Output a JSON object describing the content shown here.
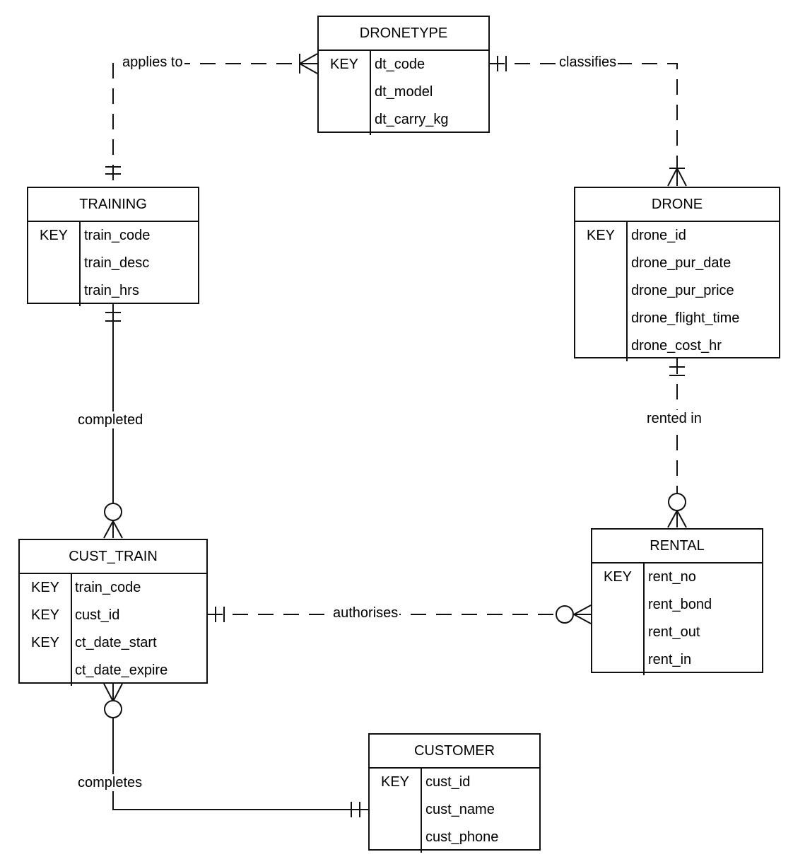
{
  "entities": {
    "dronetype": {
      "title": "DRONETYPE",
      "attributes": [
        {
          "key": "KEY",
          "name": "dt_code"
        },
        {
          "key": "",
          "name": "dt_model"
        },
        {
          "key": "",
          "name": "dt_carry_kg"
        }
      ]
    },
    "training": {
      "title": "TRAINING",
      "attributes": [
        {
          "key": "KEY",
          "name": "train_code"
        },
        {
          "key": "",
          "name": "train_desc"
        },
        {
          "key": "",
          "name": "train_hrs"
        }
      ]
    },
    "drone": {
      "title": "DRONE",
      "attributes": [
        {
          "key": "KEY",
          "name": "drone_id"
        },
        {
          "key": "",
          "name": "drone_pur_date"
        },
        {
          "key": "",
          "name": "drone_pur_price"
        },
        {
          "key": "",
          "name": "drone_flight_time"
        },
        {
          "key": "",
          "name": "drone_cost_hr"
        }
      ]
    },
    "cust_train": {
      "title": "CUST_TRAIN",
      "attributes": [
        {
          "key": "KEY",
          "name": "train_code"
        },
        {
          "key": "KEY",
          "name": "cust_id"
        },
        {
          "key": "KEY",
          "name": "ct_date_start"
        },
        {
          "key": "",
          "name": "ct_date_expire"
        }
      ]
    },
    "rental": {
      "title": "RENTAL",
      "attributes": [
        {
          "key": "KEY",
          "name": "rent_no"
        },
        {
          "key": "",
          "name": "rent_bond"
        },
        {
          "key": "",
          "name": "rent_out"
        },
        {
          "key": "",
          "name": "rent_in"
        }
      ]
    },
    "customer": {
      "title": "CUSTOMER",
      "attributes": [
        {
          "key": "KEY",
          "name": "cust_id"
        },
        {
          "key": "",
          "name": "cust_name"
        },
        {
          "key": "",
          "name": "cust_phone"
        }
      ]
    }
  },
  "relationships": {
    "applies_to": {
      "label": "applies to",
      "from": "DRONETYPE",
      "to": "TRAINING",
      "line": "dashed",
      "from_end": "many",
      "to_end": "one-and-only-one"
    },
    "classifies": {
      "label": "classifies",
      "from": "DRONETYPE",
      "to": "DRONE",
      "line": "dashed",
      "from_end": "one-and-only-one",
      "to_end": "one-or-many"
    },
    "completed": {
      "label": "completed",
      "from": "TRAINING",
      "to": "CUST_TRAIN",
      "line": "solid",
      "from_end": "one-and-only-one",
      "to_end": "zero-or-many"
    },
    "rented_in": {
      "label": "rented in",
      "from": "DRONE",
      "to": "RENTAL",
      "line": "dashed",
      "from_end": "one-and-only-one",
      "to_end": "zero-or-many"
    },
    "authorises": {
      "label": "authorises",
      "from": "CUST_TRAIN",
      "to": "RENTAL",
      "line": "dashed",
      "from_end": "one-and-only-one",
      "to_end": "zero-or-many"
    },
    "completes": {
      "label": "completes",
      "from": "CUSTOMER",
      "to": "CUST_TRAIN",
      "line": "solid",
      "from_end": "one-and-only-one",
      "to_end": "zero-or-many"
    }
  }
}
